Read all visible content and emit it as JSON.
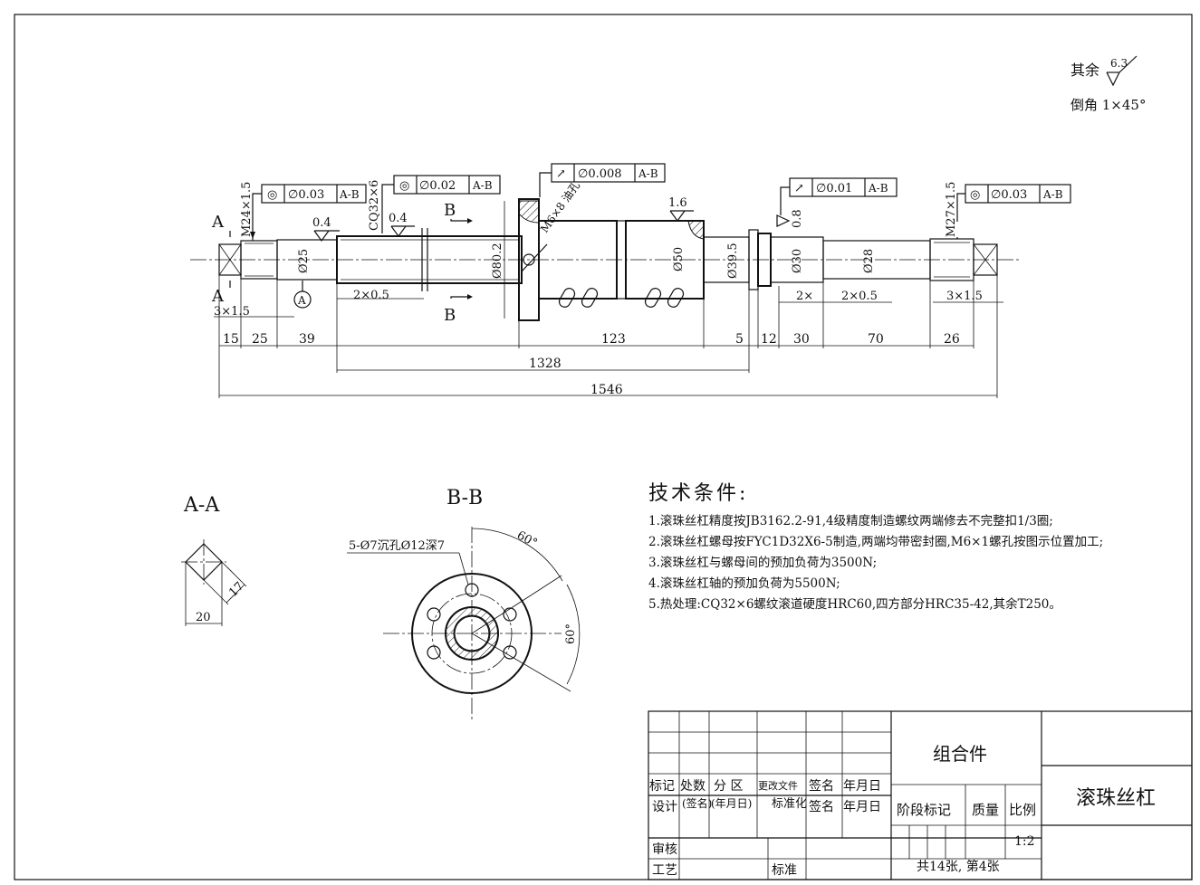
{
  "surface": {
    "symbol_label": "其余",
    "ra": "6.3",
    "chamfer": "倒角 1×45°"
  },
  "views": {
    "aa": "A-A",
    "bb": "B-B"
  },
  "main_view": {
    "section_a_top": "A",
    "section_a_bottom": "A",
    "section_b_top": "B",
    "section_b_bottom": "B",
    "datum_a": "A",
    "thread_left": "M24×1.5",
    "thread_right": "M27×1.5",
    "raceway": "CQ32×6",
    "oil_hole": "M6×8 油孔",
    "rough_04a": "0.4",
    "rough_04b": "0.4",
    "rough_16": "1.6",
    "rough_08": "0.8",
    "tol1": {
      "sym": "◎",
      "val": "∅0.03",
      "ref": "A-B"
    },
    "tol2": {
      "sym": "◎",
      "val": "∅0.02",
      "ref": "A-B"
    },
    "tol3": {
      "sym": "↗",
      "val": "∅0.008",
      "ref": "A-B"
    },
    "tol4": {
      "sym": "↗",
      "val": "∅0.01",
      "ref": "A-B"
    },
    "tol5": {
      "sym": "◎",
      "val": "∅0.03",
      "ref": "A-B"
    },
    "d25": "Ø25",
    "d80": "Ø80.2",
    "d50": "Ø50",
    "d395": "Ø39.5",
    "d30": "Ø30",
    "d28": "Ø28",
    "groove1": "2×0.5",
    "groove2": "3×1.5",
    "groove3": "2×",
    "groove4": "2×0.5",
    "groove5": "3×1.5",
    "dims": {
      "d15": "15",
      "d25": "25",
      "d39": "39",
      "d123": "123",
      "d5": "5",
      "d12": "12",
      "d30": "30",
      "d70": "70",
      "d26": "26",
      "d1328": "1328",
      "d1546": "1546"
    }
  },
  "section_aa": {
    "width": "20",
    "flat": "17"
  },
  "section_bb": {
    "holes": "5-Ø7沉孔Ø12深7",
    "angle1": "60°",
    "angle2": "60°"
  },
  "tech": {
    "title": "技术条件:",
    "items": [
      "1.滚珠丝杠精度按JB3162.2-91,4级精度制造螺纹两端修去不完整扣1/3圈;",
      "2.滚珠丝杠螺母按FYC1D32X6-5制造,两端均带密封圈,M6×1螺孔按图示位置加工;",
      "3.滚珠丝杠与螺母间的预加负荷为3500N;",
      "4.滚珠丝杠轴的预加负荷为5500N;",
      "5.热处理:CQ32×6螺纹滚道硬度HRC60,四方部分HRC35-42,其余T250。"
    ]
  },
  "title_block": {
    "r_mark": "标记",
    "r_count": "处数",
    "r_zone": "分 区",
    "r_doc": "更改文件",
    "r_sign": "签名",
    "r_date": "年月日",
    "design": "设计",
    "sign2": "(签名)",
    "date2": "(年月日)",
    "std": "标准化",
    "sign3": "签名",
    "date3": "年月日",
    "review": "审核",
    "process": "工艺",
    "approve": "标准",
    "assembly": "组合件",
    "stage": "阶段标记",
    "mass": "质量",
    "scale_label": "比例",
    "scale": "1:2",
    "sheets": "共14张, 第4张",
    "part_name": "滚珠丝杠"
  }
}
